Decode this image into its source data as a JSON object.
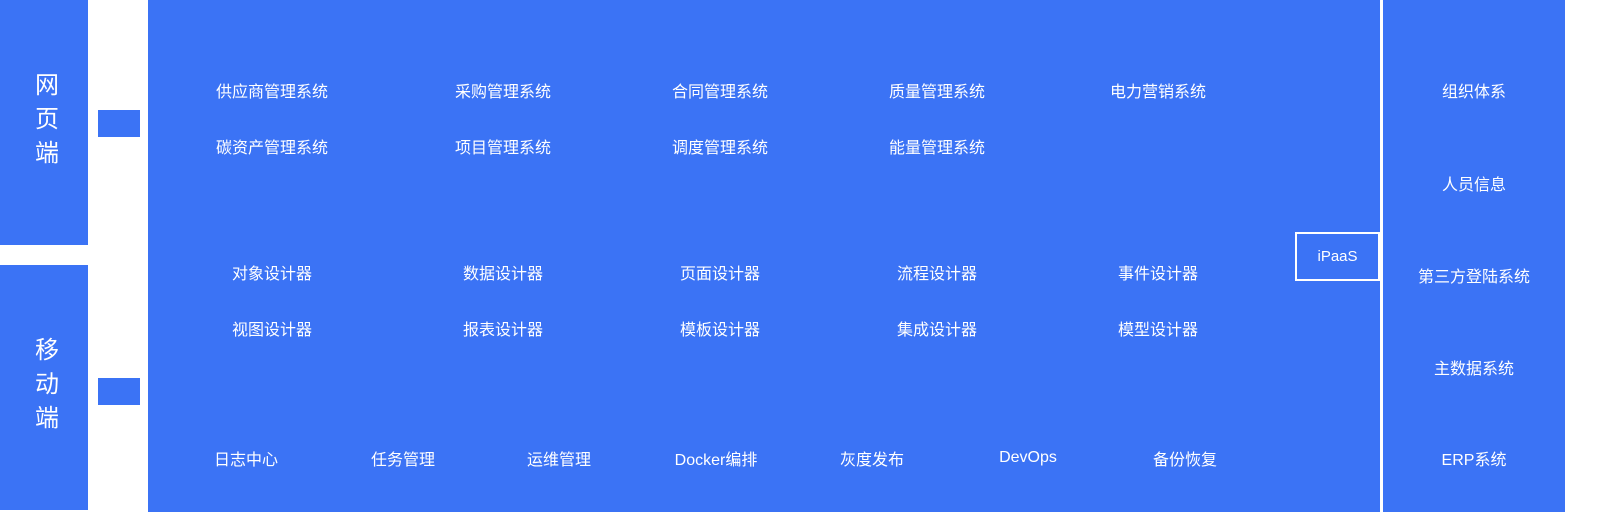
{
  "colors": {
    "primary": "#3b73f5",
    "text": "#ffffff"
  },
  "left_panels": {
    "web": "网页端",
    "mobile": "移动端"
  },
  "main": {
    "apps_row1": [
      "供应商管理系统",
      "采购管理系统",
      "合同管理系统",
      "质量管理系统",
      "电力营销系统"
    ],
    "apps_row2": [
      "碳资产管理系统",
      "项目管理系统",
      "调度管理系统",
      "能量管理系统"
    ],
    "designers_row1": [
      "对象设计器",
      "数据设计器",
      "页面设计器",
      "流程设计器",
      "事件设计器"
    ],
    "designers_row2": [
      "视图设计器",
      "报表设计器",
      "模板设计器",
      "集成设计器",
      "模型设计器"
    ],
    "ops": [
      "日志中心",
      "任务管理",
      "运维管理",
      "Docker编排",
      "灰度发布",
      "DevOps",
      "备份恢复"
    ]
  },
  "ipaas_label": "iPaaS",
  "right_items": [
    "组织体系",
    "人员信息",
    "第三方登陆系统",
    "主数据系统",
    "ERP系统"
  ]
}
